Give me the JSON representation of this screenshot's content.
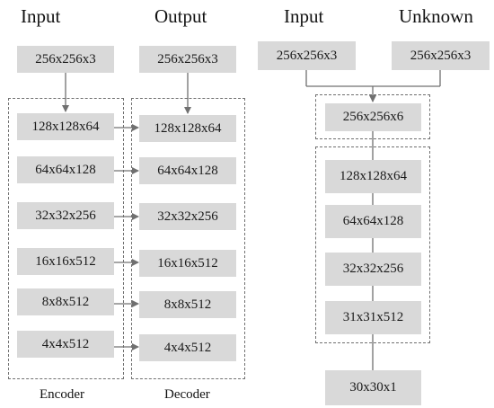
{
  "pix2pix": {
    "input_heading": "Input",
    "output_heading": "Output",
    "input_image": "256x256x3",
    "output_image": "256x256x3",
    "encoder_label": "Encoder",
    "decoder_label": "Decoder",
    "encoder_layers": [
      "128x128x64",
      "64x64x128",
      "32x32x256",
      "16x16x512",
      "8x8x512",
      "4x4x512"
    ],
    "decoder_layers": [
      "128x128x64",
      "64x64x128",
      "32x32x256",
      "16x16x512",
      "8x8x512",
      "4x4x512"
    ]
  },
  "discriminator": {
    "input_heading": "Input",
    "unknown_heading": "Unknown",
    "input_image": "256x256x3",
    "unknown_image": "256x256x3",
    "concat": "256x256x6",
    "layers": [
      "128x128x64",
      "64x64x128",
      "32x32x256",
      "31x31x512"
    ],
    "output": "30x30x1"
  },
  "colors": {
    "box_fill": "#d9d9d9",
    "arrow": "#707070",
    "dashed_border": "#707070"
  }
}
